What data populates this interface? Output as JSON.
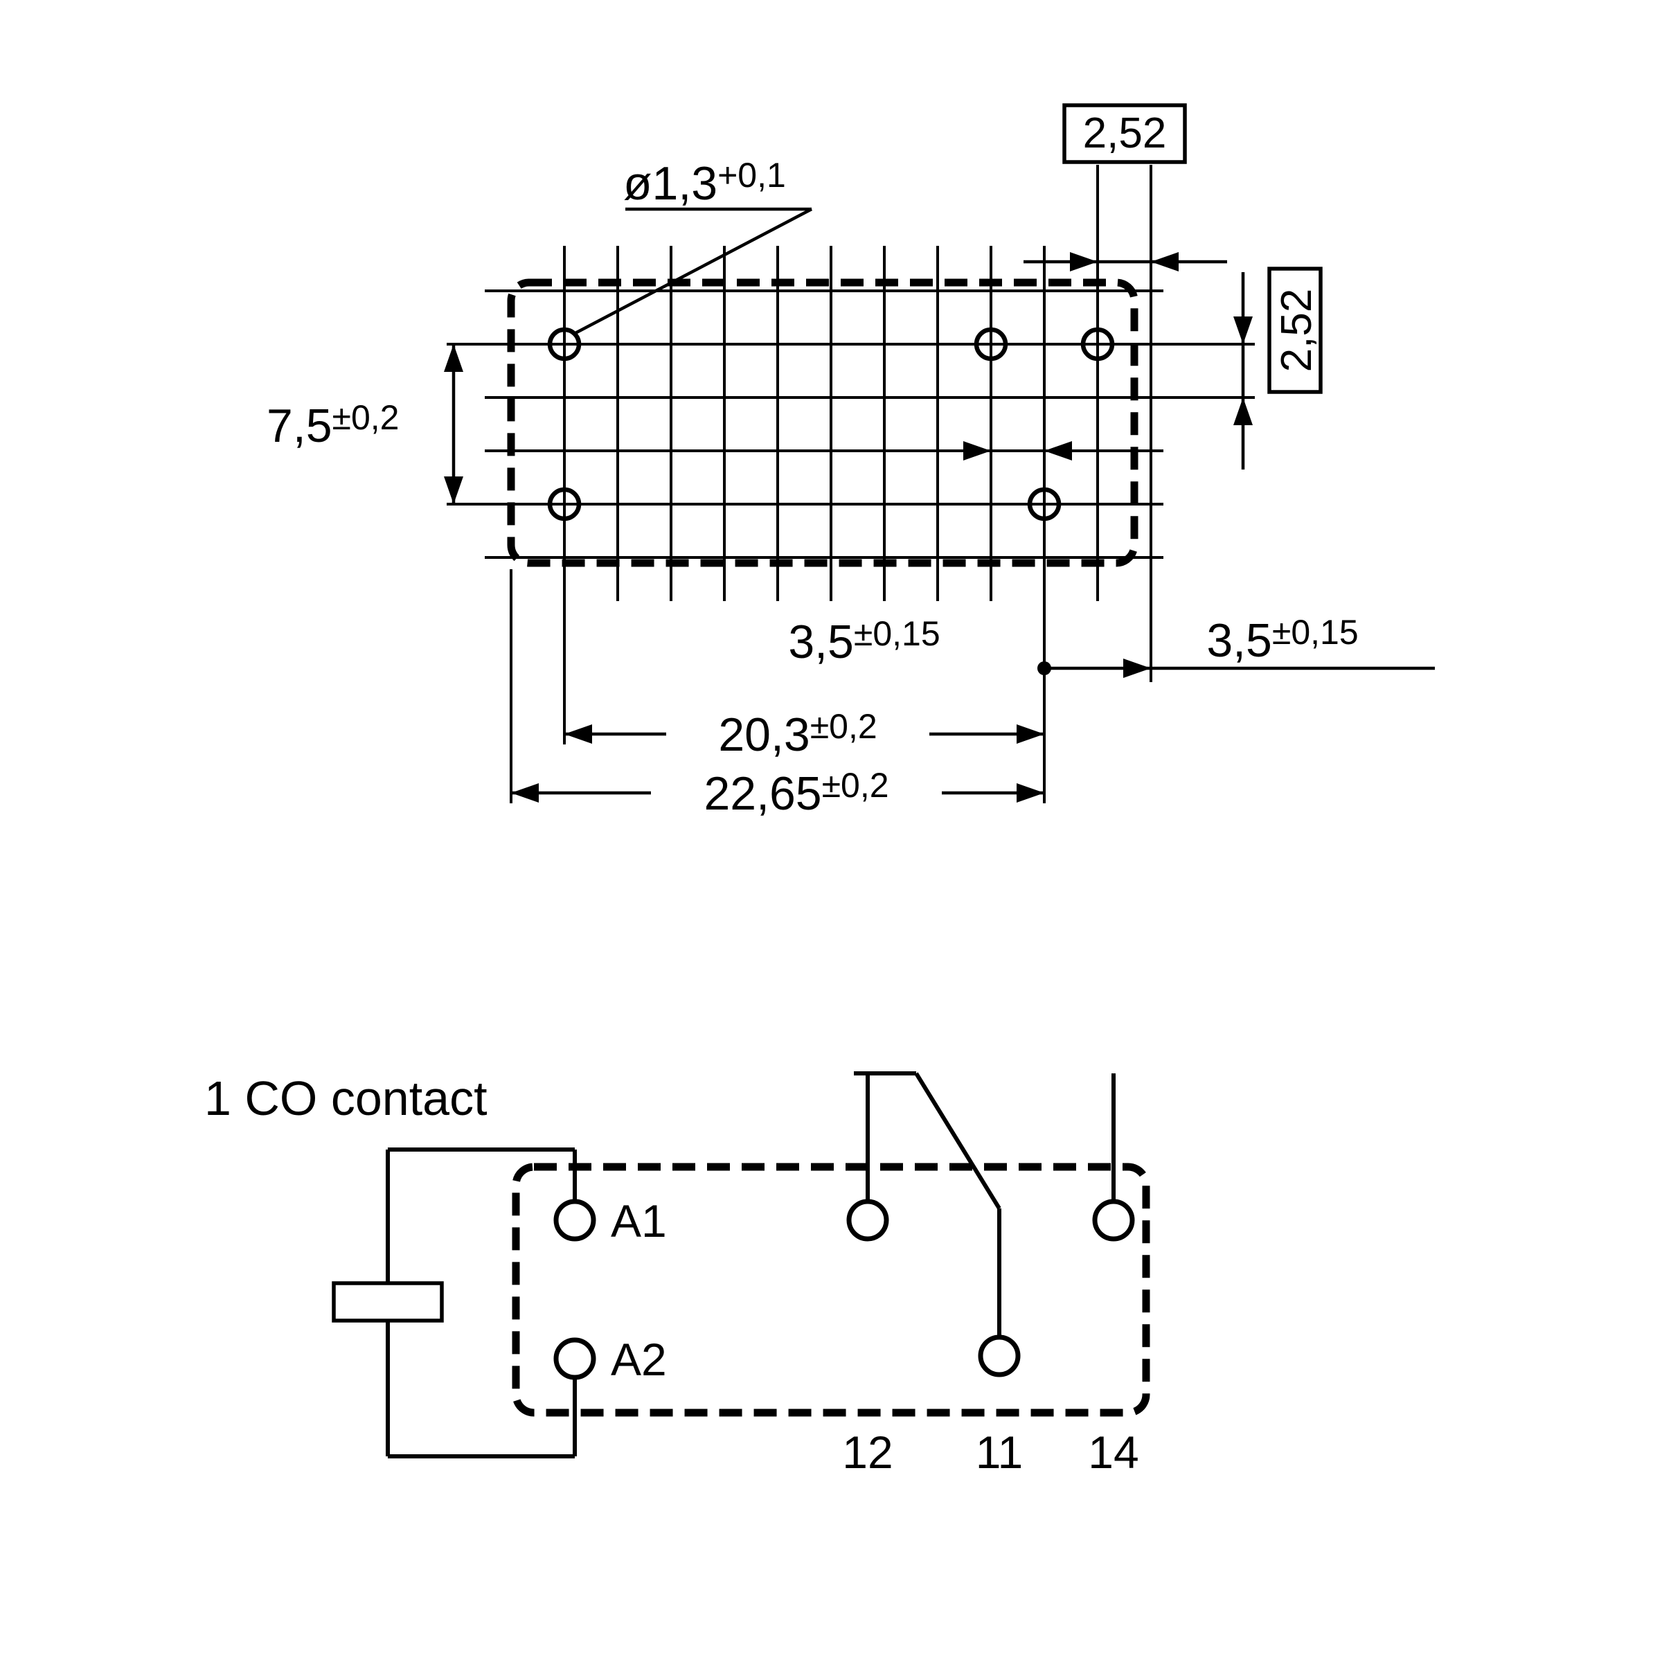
{
  "footprint": {
    "hole_diameter": {
      "main": "ø1,3",
      "sup": "+0,1"
    },
    "pitch_horizontal": "2,52",
    "pitch_vertical": "2,52",
    "dim_7_5": {
      "main": "7,5",
      "sup": "±0,2"
    },
    "dim_3_5_center": {
      "main": "3,5",
      "sup": "±0,15"
    },
    "dim_3_5_right": {
      "main": "3,5",
      "sup": "±0,15"
    },
    "dim_20_3": {
      "main": "20,3",
      "sup": "±0,2"
    },
    "dim_22_65": {
      "main": "22,65",
      "sup": "±0,2"
    }
  },
  "schematic": {
    "title": "1 CO contact",
    "terminals": {
      "a1": "A1",
      "a2": "A2",
      "nc": "12",
      "com": "11",
      "no": "14"
    }
  },
  "colors": {
    "background": "#ffffff",
    "line": "#000000"
  }
}
